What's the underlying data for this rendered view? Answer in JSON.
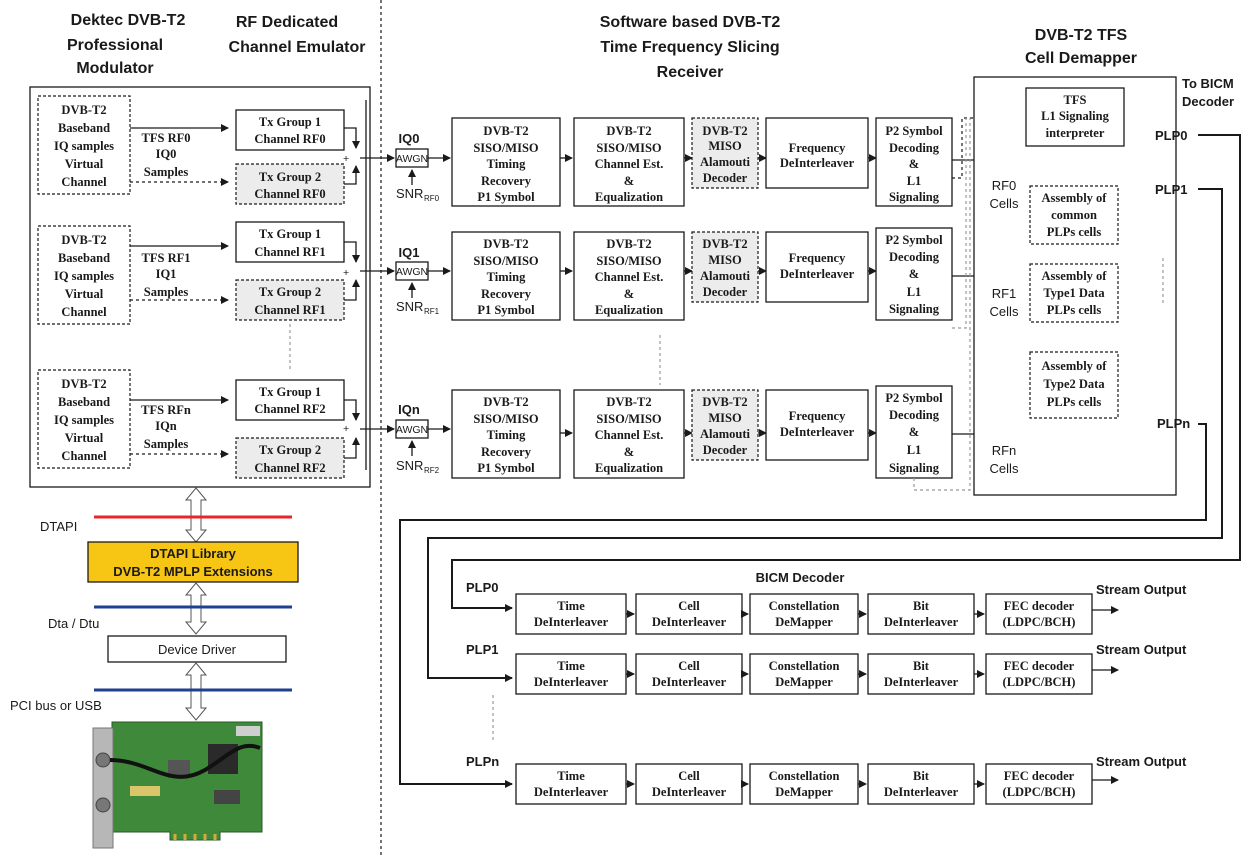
{
  "headers": {
    "modulator": [
      "Dektec DVB-T2",
      "Professional",
      "Modulator"
    ],
    "emulator": [
      "RF Dedicated",
      "Channel Emulator"
    ],
    "receiver": [
      "Software based DVB-T2",
      "Time Frequency Slicing",
      "Receiver"
    ],
    "demapper": [
      "DVB-T2 TFS",
      "Cell Demapper"
    ],
    "to_bicm": [
      "To BICM",
      "Decoder"
    ],
    "bicm": "BICM Decoder"
  },
  "virtual_channel": [
    "DVB-T2",
    "Baseband",
    "IQ samples",
    "Virtual",
    "Channel"
  ],
  "tfs_labels": [
    [
      "TFS RF0",
      "IQ0",
      "Samples"
    ],
    [
      "TFS RF1",
      "IQ1",
      "Samples"
    ],
    [
      "TFS RFn",
      "IQn",
      "Samples"
    ]
  ],
  "tx_groups": [
    [
      [
        "Tx Group 1",
        "Channel RF0"
      ],
      [
        "Tx Group 2",
        "Channel RF0"
      ]
    ],
    [
      [
        "Tx Group 1",
        "Channel RF1"
      ],
      [
        "Tx Group 2",
        "Channel RF1"
      ]
    ],
    [
      [
        "Tx Group 1",
        "Channel RF2"
      ],
      [
        "Tx Group 2",
        "Channel RF2"
      ]
    ]
  ],
  "iq_labels": [
    "IQ0",
    "IQ1",
    "IQn"
  ],
  "awgn": "AWGN",
  "snr": {
    "base": "SNR",
    "subs": [
      "RF0",
      "RF1",
      "RF2"
    ]
  },
  "plus": "+",
  "receiver_blocks": {
    "sync": [
      "DVB-T2",
      "SISO/MISO",
      "Timing",
      "Recovery",
      "P1 Symbol"
    ],
    "chest": [
      "DVB-T2",
      "SISO/MISO",
      "Channel Est.",
      "&",
      "Equalization"
    ],
    "miso": [
      "DVB-T2",
      "MISO",
      "Alamouti",
      "Decoder"
    ],
    "fdi": [
      "Frequency",
      "DeInterleaver"
    ],
    "p2": [
      "P2 Symbol",
      "Decoding",
      "&",
      "L1",
      "Signaling"
    ]
  },
  "demapper_blocks": {
    "tfs_l1": [
      "TFS",
      "L1 Signaling",
      "interpreter"
    ],
    "common": [
      "Assembly of",
      "common",
      "PLPs cells"
    ],
    "type1": [
      "Assembly of",
      "Type1 Data",
      "PLPs cells"
    ],
    "type2": [
      "Assembly of",
      "Type2 Data",
      "PLPs cells"
    ]
  },
  "cells": [
    [
      "RF0",
      "Cells"
    ],
    [
      "RF1",
      "Cells"
    ],
    [
      "RFn",
      "Cells"
    ]
  ],
  "plp_out": [
    "PLP0",
    "PLP1",
    "PLPn"
  ],
  "plp_in": [
    "PLP0",
    "PLP1",
    "PLPn"
  ],
  "bicm_blocks": [
    [
      "Time",
      "DeInterleaver"
    ],
    [
      "Cell",
      "DeInterleaver"
    ],
    [
      "Constellation",
      "DeMapper"
    ],
    [
      "Bit",
      "DeInterleaver"
    ],
    [
      "FEC decoder",
      "(LDPC/BCH)"
    ]
  ],
  "stream_output": "Stream Output",
  "software_stack": {
    "dtapi": "DTAPI",
    "library": [
      "DTAPI Library",
      "DVB-T2 MPLP Extensions"
    ],
    "dta": "Dta / Dtu",
    "driver": "Device Driver",
    "bus": "PCI bus or USB"
  },
  "colors": {
    "library_fill": "#f7c514",
    "dtapi_line": "#e8262a",
    "bus_line": "#1f3f8f",
    "shaded_block": "#ececec",
    "pcb": "#3f8a3a"
  }
}
